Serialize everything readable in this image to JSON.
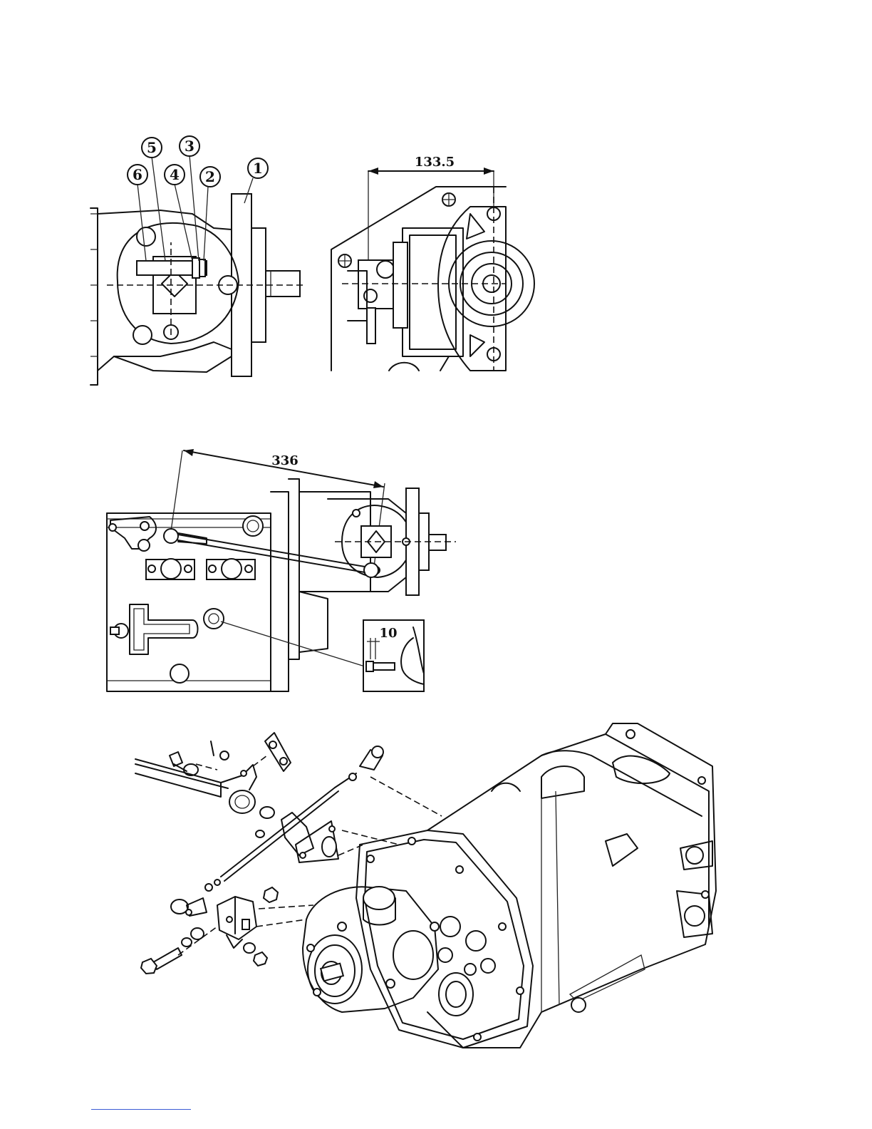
{
  "figure1": {
    "callouts": [
      "1",
      "2",
      "3",
      "4",
      "5",
      "6"
    ],
    "dimension": "133.5"
  },
  "figure2": {
    "dimension_main": "336",
    "dimension_detail": "10"
  },
  "footer_rule_color": "#3b5bd6"
}
